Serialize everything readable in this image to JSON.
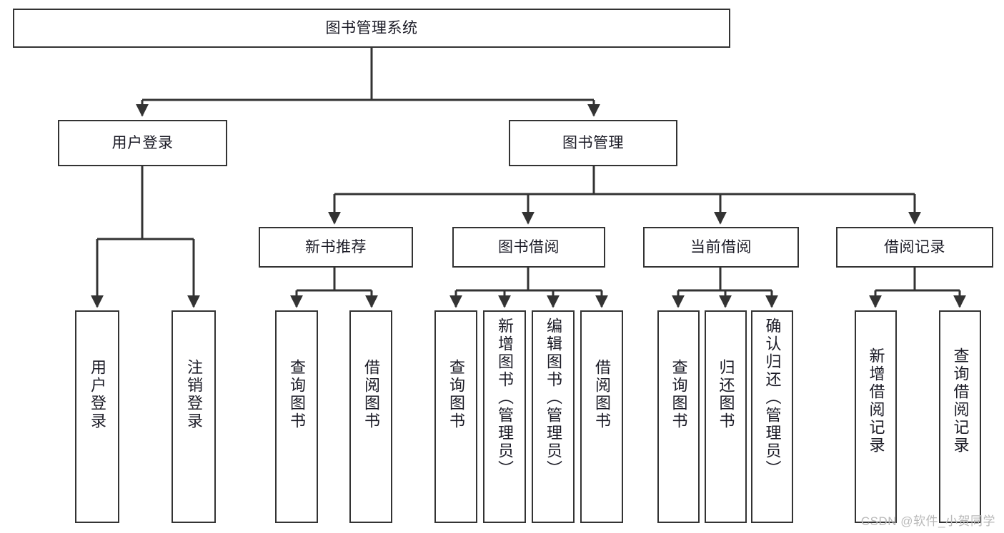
{
  "diagram": {
    "title": "图书管理系统",
    "type": "tree-hierarchy-chart",
    "root": {
      "id": "root",
      "label": "图书管理系统"
    },
    "level1": [
      {
        "id": "user-login",
        "label": "用户登录"
      },
      {
        "id": "book-manage",
        "label": "图书管理"
      }
    ],
    "level2": [
      {
        "id": "new-book-recommend",
        "label": "新书推荐",
        "parent": "book-manage"
      },
      {
        "id": "book-borrow",
        "label": "图书借阅",
        "parent": "book-manage"
      },
      {
        "id": "current-borrow",
        "label": "当前借阅",
        "parent": "book-manage"
      },
      {
        "id": "borrow-record",
        "label": "借阅记录",
        "parent": "book-manage"
      }
    ],
    "leaves": [
      {
        "id": "leaf-user-login",
        "label": "用户登录",
        "parent": "user-login"
      },
      {
        "id": "leaf-logout",
        "label": "注销登录",
        "parent": "user-login"
      },
      {
        "id": "leaf-query-book-1",
        "label": "查询图书",
        "parent": "new-book-recommend"
      },
      {
        "id": "leaf-borrow-book-1",
        "label": "借阅图书",
        "parent": "new-book-recommend"
      },
      {
        "id": "leaf-query-book-2",
        "label": "查询图书",
        "parent": "book-borrow"
      },
      {
        "id": "leaf-add-book",
        "label": "新增图书（管理员）",
        "parent": "book-borrow"
      },
      {
        "id": "leaf-edit-book",
        "label": "编辑图书（管理员）",
        "parent": "book-borrow"
      },
      {
        "id": "leaf-borrow-book-2",
        "label": "借阅图书",
        "parent": "book-borrow"
      },
      {
        "id": "leaf-query-book-3",
        "label": "查询图书",
        "parent": "current-borrow"
      },
      {
        "id": "leaf-return-book",
        "label": "归还图书",
        "parent": "current-borrow"
      },
      {
        "id": "leaf-confirm-return",
        "label": "确认归还（管理员）",
        "parent": "current-borrow"
      },
      {
        "id": "leaf-add-record",
        "label": "新增借阅记录",
        "parent": "borrow-record"
      },
      {
        "id": "leaf-query-record",
        "label": "查询借阅记录",
        "parent": "borrow-record"
      }
    ],
    "watermark": "CSDN @软件_小贺同学",
    "colors": {
      "stroke": "#333333",
      "fill": "#ffffff",
      "text": "#1b1b26",
      "watermark": "#b9b9b9"
    }
  }
}
